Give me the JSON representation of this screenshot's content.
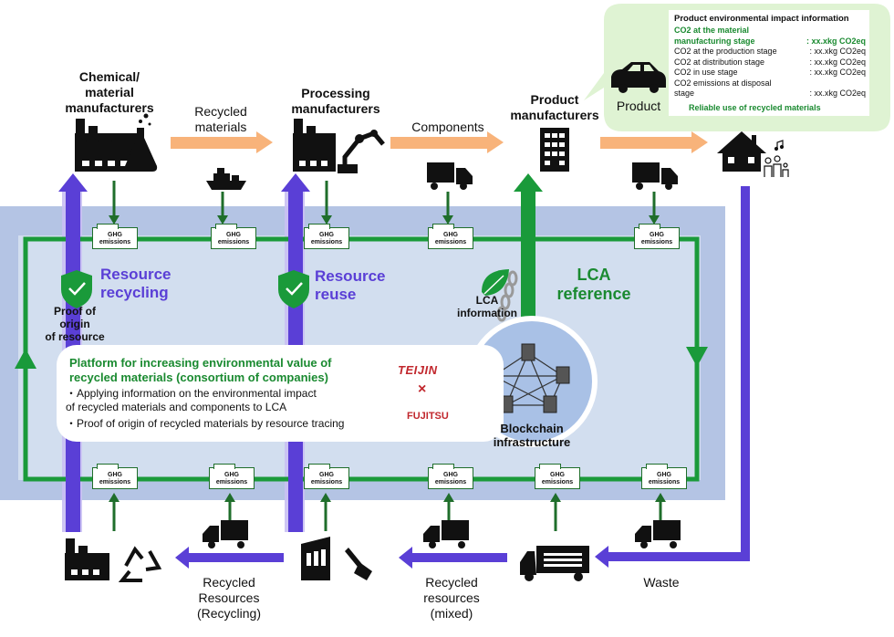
{
  "colors": {
    "green": "#1a9a3a",
    "dark_green": "#1f6e2b",
    "purple": "#5a3fd6",
    "orange": "#f8b37a",
    "band": "#b4c4e4",
    "light_band": "#d2deef",
    "callout_bg": "#dff3d3"
  },
  "actors": {
    "chemical": "Chemical/\nmaterial\nmanufacturers",
    "processing": "Processing\nmanufacturers",
    "product": "Product\nmanufacturers"
  },
  "flows": {
    "recycled_materials": "Recycled\nmaterials",
    "components": "Components",
    "recycled_resources_recycling": "Recycled\nResources\n(Recycling)",
    "recycled_resources_mixed": "Recycled\nresources\n(mixed)",
    "waste": "Waste"
  },
  "ghg_label": "GHG\nemissions",
  "resource_recycling": "Resource\nrecycling",
  "resource_reuse": "Resource\nreuse",
  "lca_reference": "LCA\nreference",
  "lca_information": "LCA\ninformation",
  "proof_of_origin": "Proof of\norigin\nof resource",
  "platform": {
    "title": "Platform for increasing environmental value of\nrecycled materials (consortium of companies)",
    "bullet1": "・Applying information on the environmental impact\n   of recycled materials and components to LCA",
    "bullet2": "・Proof of origin of recycled materials by resource tracing",
    "logo_teijin": "TEIJIN",
    "times": "×",
    "logo_fujitsu": "FUJITSU"
  },
  "blockchain": "Blockchain\ninfrastructure",
  "product_label": "Product",
  "info": {
    "title": "Product environmental impact information",
    "rows": [
      {
        "label": "CO2 at the material\nmanufacturing stage",
        "value": ": xx.xkg CO2eq",
        "green": true
      },
      {
        "label": "CO2 at the production stage",
        "value": ": xx.xkg CO2eq",
        "green": false
      },
      {
        "label": "CO2 at distribution stage",
        "value": ": xx.xkg CO2eq",
        "green": false
      },
      {
        "label": "CO2 in use stage",
        "value": ": xx.xkg CO2eq",
        "green": false
      },
      {
        "label": "CO2 emissions at disposal\nstage",
        "value": ": xx.xkg CO2eq",
        "green": false
      }
    ],
    "footer": "Reliable use of recycled materials"
  }
}
